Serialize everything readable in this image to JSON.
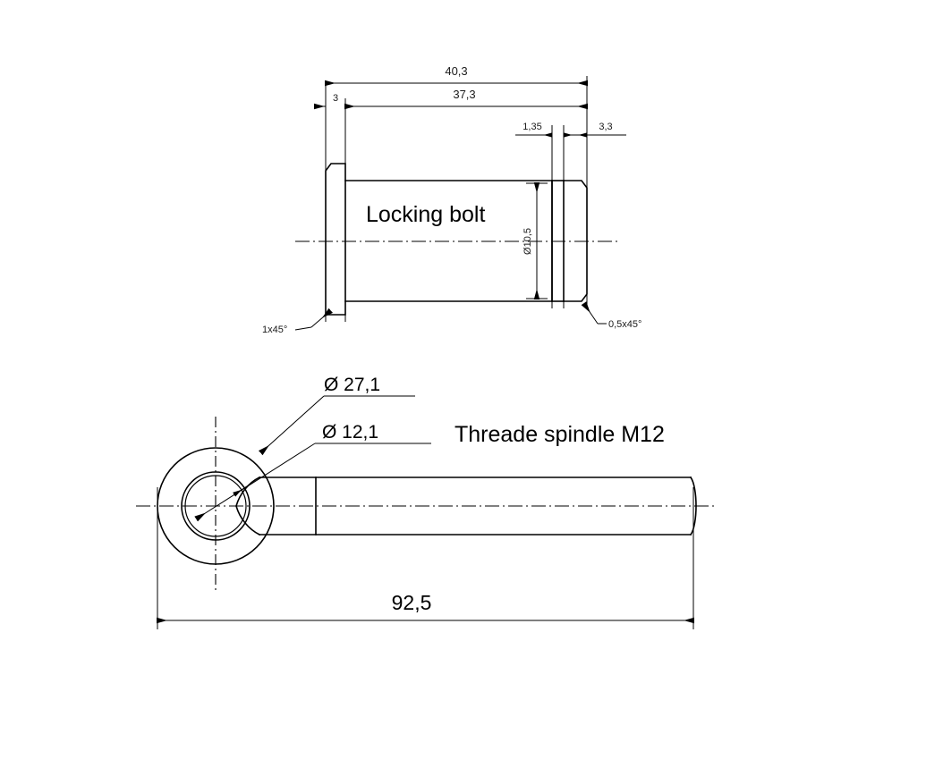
{
  "document": {
    "kind": "engineering-drawing",
    "background_color": "#ffffff",
    "line_color": "#000000"
  },
  "views": {
    "locking_bolt": {
      "title": "Locking bolt",
      "dimensions": {
        "overall_length": "40,3",
        "shank_length": "37,3",
        "flange_thickness": "3",
        "groove_width": "1,35",
        "end_length": "3,3",
        "diameter": "Ø10,5"
      },
      "callouts": {
        "left_chamfer": "1x45°",
        "right_chamfer": "0,5x45°"
      }
    },
    "threaded_spindle": {
      "title": "Threade spindle M12",
      "dimensions": {
        "eye_outer_diameter": "Ø 27,1",
        "eye_bore_diameter": "Ø 12,1",
        "overall_length": "92,5"
      }
    }
  },
  "icons": {
    "diameter_symbol": "Ø",
    "degree_symbol": "°"
  }
}
